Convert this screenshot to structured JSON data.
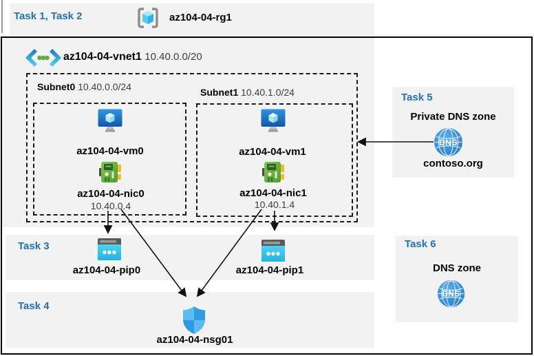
{
  "colors": {
    "accent_blue": "#2171B8",
    "panel_gray": "#F2F2F2",
    "border_black": "#000000",
    "dns_blue": "#2E86D4",
    "nsg_blue": "#2E9BE3",
    "vm_blue": "#1C6FC5",
    "nic_green": "#6DB33F",
    "pip_cyan": "#35C6EC",
    "rg_cyan": "#3FC3EE"
  },
  "header": {
    "tasks_label": "Task 1, Task 2",
    "resource_group": "az104-04-rg1"
  },
  "vnet": {
    "name": "az104-04-vnet1",
    "cidr": "10.40.0.0/20"
  },
  "subnets": [
    {
      "name": "Subnet0",
      "cidr": "10.40.0.0/24",
      "vm": "az104-04-vm0",
      "nic": "az104-04-nic0",
      "nic_ip": "10.40.0.4"
    },
    {
      "name": "Subnet1",
      "cidr": "10.40.1.0/24",
      "vm": "az104-04-vm1",
      "nic": "az104-04-nic1",
      "nic_ip": "10.40.1.4"
    }
  ],
  "task3": {
    "label": "Task 3",
    "pip0": "az104-04-pip0",
    "pip1": "az104-04-pip1"
  },
  "task4": {
    "label": "Task 4",
    "nsg": "az104-04-nsg01"
  },
  "task5": {
    "label": "Task 5",
    "title": "Private DNS zone",
    "zone_name": "contoso.org",
    "icon_text": "DNS"
  },
  "task6": {
    "label": "Task 6",
    "title": "DNS zone",
    "icon_text": "DNS"
  }
}
